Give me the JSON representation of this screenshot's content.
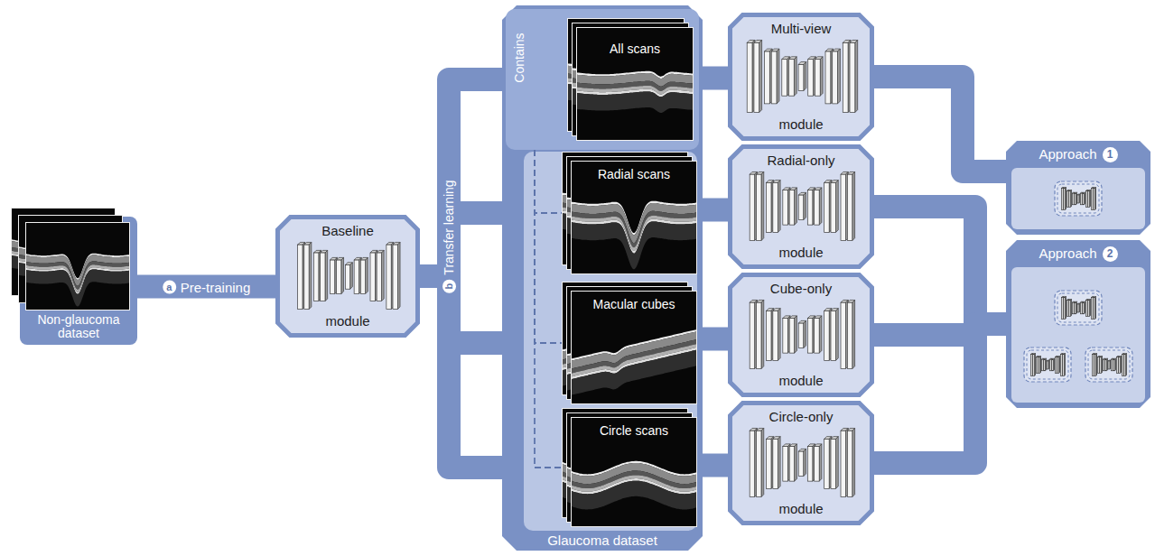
{
  "diagram": {
    "nodes": [
      {
        "text": [
          "Non-glaucoma dataset"
        ]
      },
      {
        "text": [
          "Baseline",
          "module"
        ]
      },
      {
        "text": [
          "Glaucoma dataset"
        ]
      },
      {
        "text": [
          "All scans"
        ],
        "in": 2
      },
      {
        "text": [
          "Radial scans"
        ],
        "in": 2
      },
      {
        "text": [
          "Macular cubes"
        ],
        "in": 2
      },
      {
        "text": [
          "Circle scans"
        ],
        "in": 2
      },
      {
        "text": [
          "Multi-view",
          "module"
        ]
      },
      {
        "text": [
          "Radial-only",
          "module"
        ]
      },
      {
        "text": [
          "Cube-only",
          "module"
        ]
      },
      {
        "text": [
          "Circle-only",
          "module"
        ]
      },
      {
        "text": [
          "Approach",
          "1"
        ]
      },
      {
        "text": [
          "Approach",
          "2"
        ]
      }
    ],
    "edges": [
      {
        "from": 0,
        "to": 1,
        "label": "Pre-training",
        "arrow": "none"
      },
      {
        "from": 1,
        "to": 3,
        "arrow": "none"
      },
      {
        "from": 1,
        "to": 4,
        "arrow": "none"
      },
      {
        "from": 1,
        "to": 5,
        "arrow": "none"
      },
      {
        "from": 1,
        "to": 6,
        "arrow": "none"
      },
      {
        "from": 3,
        "to": 4,
        "arrow": "none"
      },
      {
        "from": 3,
        "to": 5,
        "arrow": "none"
      },
      {
        "from": 3,
        "to": 6,
        "arrow": "none"
      },
      {
        "from": 3,
        "to": 7,
        "arrow": "none"
      },
      {
        "from": 4,
        "to": 8,
        "arrow": "none"
      },
      {
        "from": 5,
        "to": 9,
        "arrow": "none"
      },
      {
        "from": 6,
        "to": 10,
        "arrow": "none"
      },
      {
        "from": 7,
        "to": 11,
        "arrow": "none"
      },
      {
        "from": 8,
        "to": 12,
        "arrow": "none"
      },
      {
        "from": 9,
        "to": 12,
        "arrow": "none"
      },
      {
        "from": 10,
        "to": 12,
        "arrow": "none"
      }
    ],
    "labels": [
      "a",
      "b",
      "Transfer learning",
      "Contains"
    ]
  }
}
